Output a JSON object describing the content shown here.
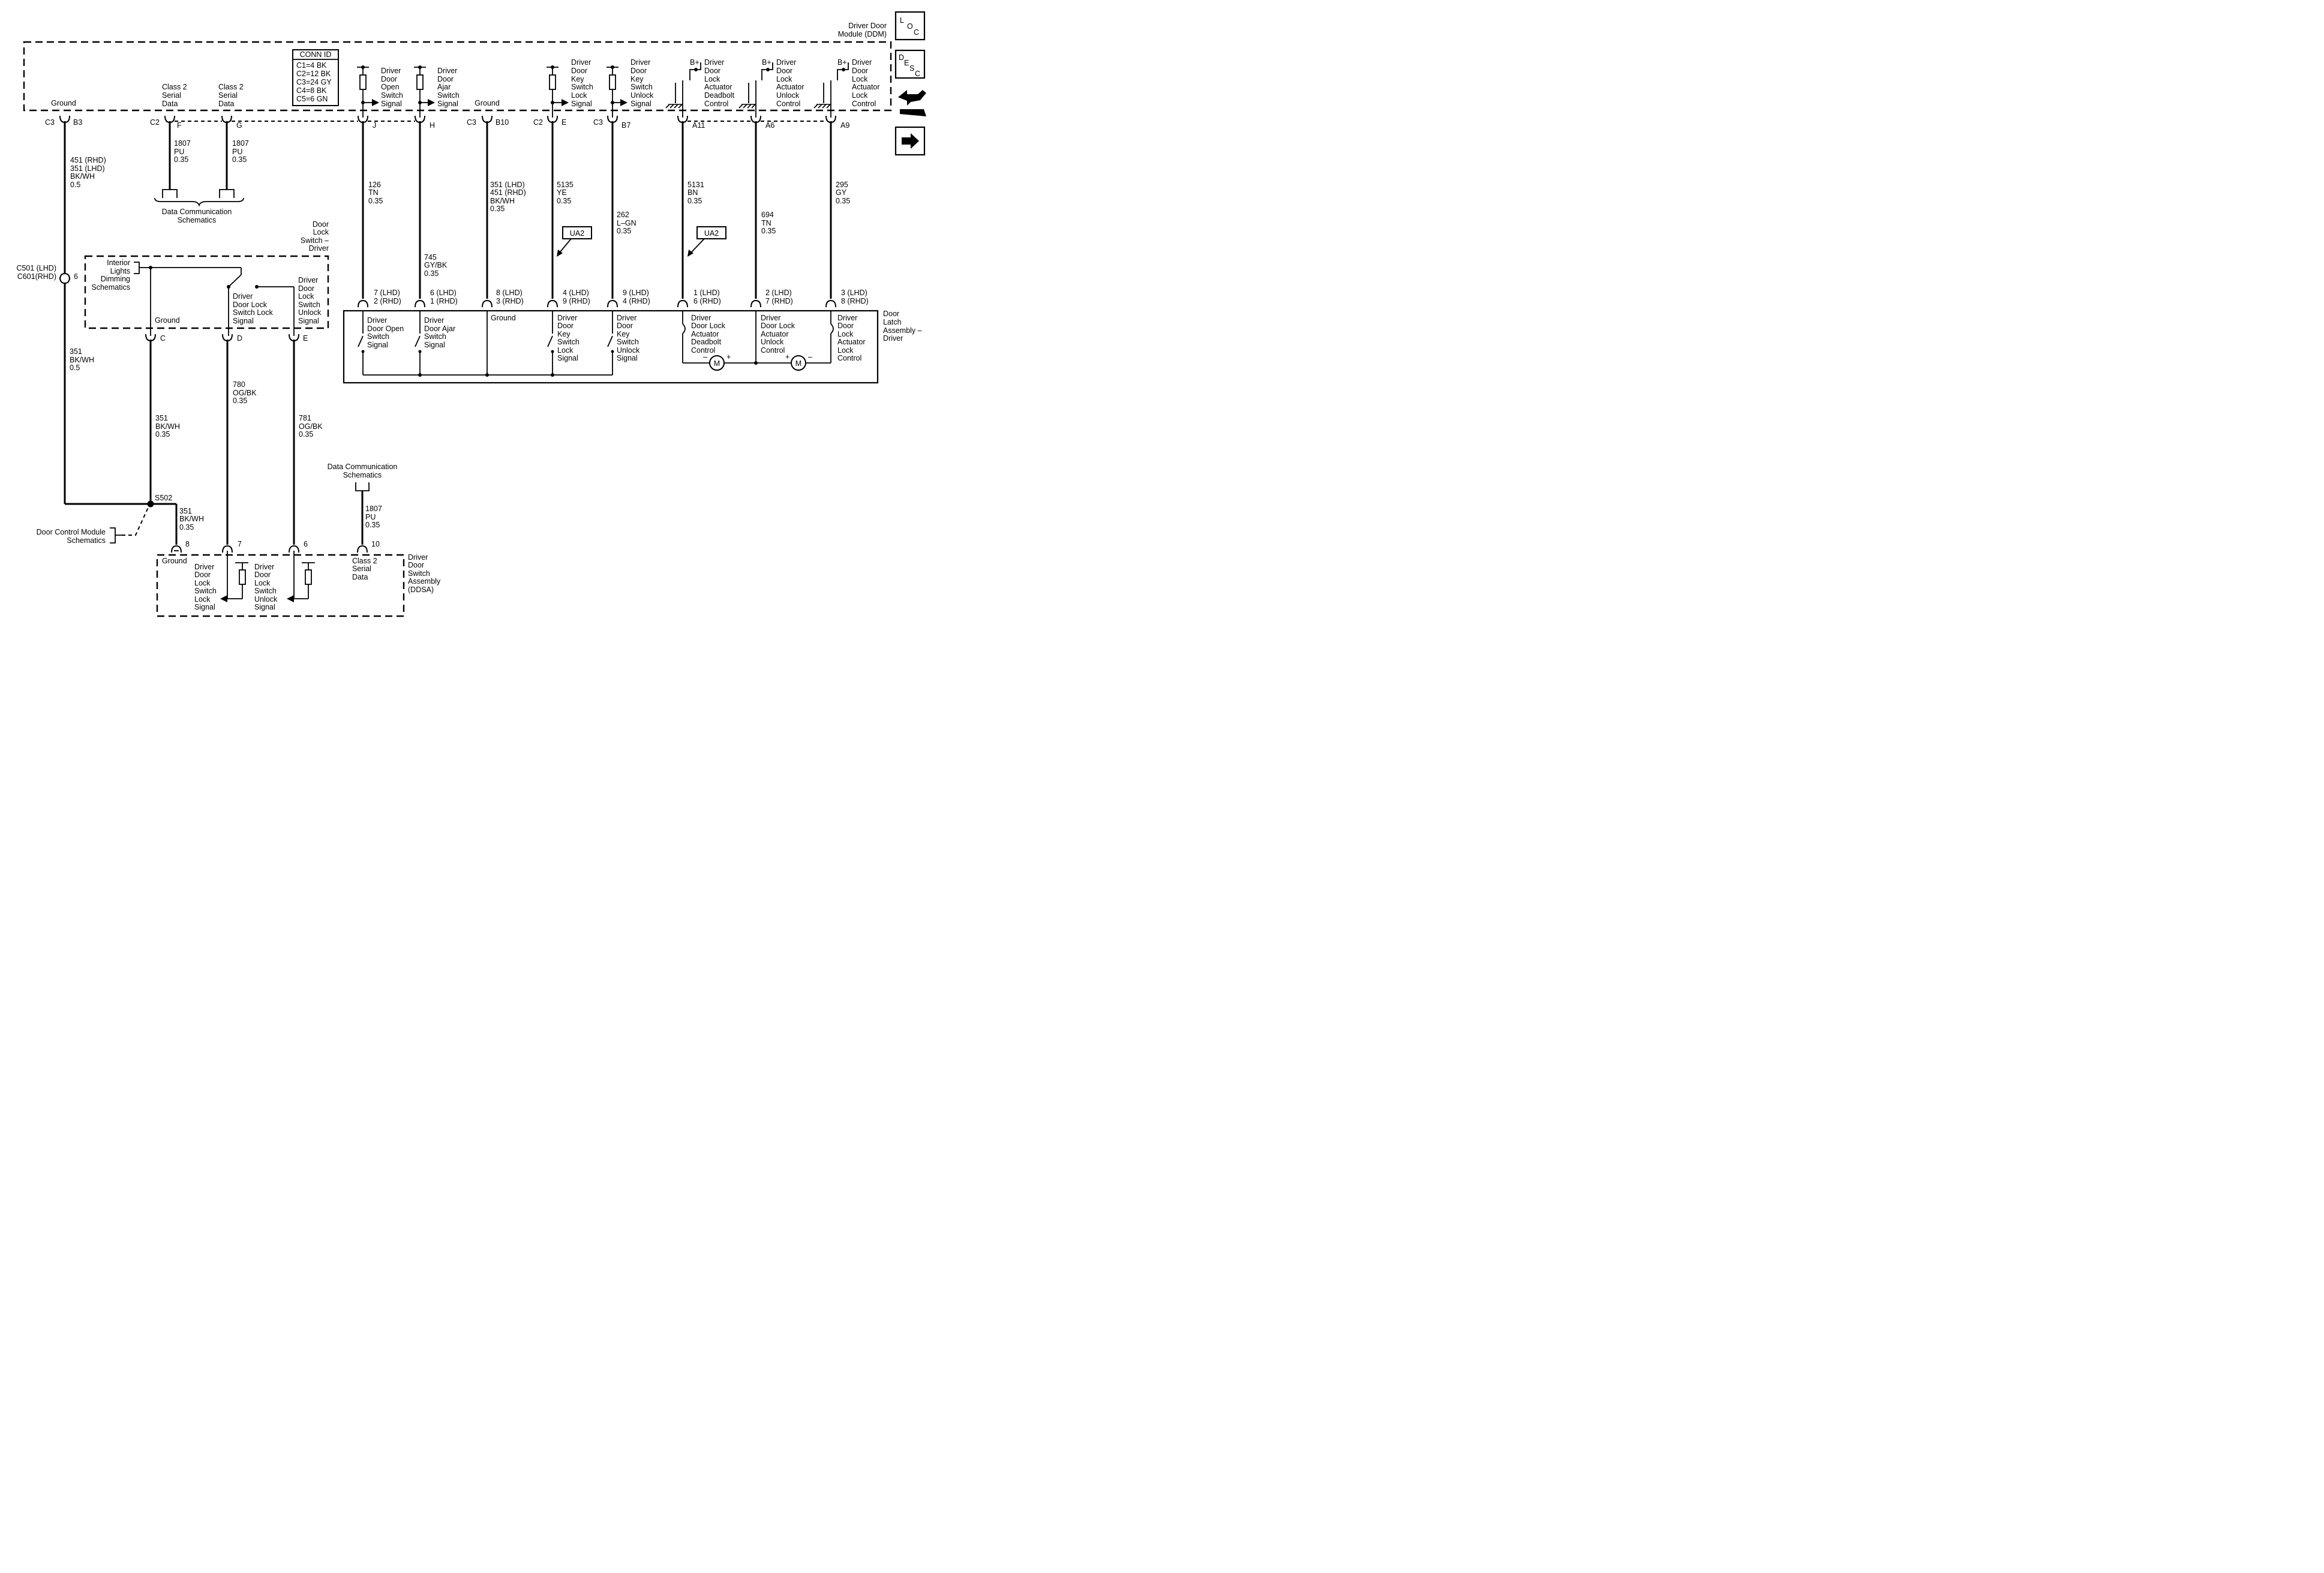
{
  "icons": {
    "loc": [
      "L",
      "O",
      "C"
    ],
    "desc": [
      "D",
      "E",
      "S",
      "C"
    ]
  },
  "ddm": {
    "title": [
      "Driver Door",
      "Module (DDM)"
    ]
  },
  "conn": {
    "title": "CONN ID",
    "rows": [
      "C1=4 BK",
      "C2=12 BK",
      "C3=24 GY",
      "C4=8 BK",
      "C5=6 GN"
    ]
  },
  "top": {
    "ground": "Ground",
    "class2a": [
      "Class 2",
      "Serial",
      "Data"
    ],
    "class2b": [
      "Class 2",
      "Serial",
      "Data"
    ],
    "open": [
      "Driver",
      "Door",
      "Open",
      "Switch",
      "Signal"
    ],
    "ajar": [
      "Driver",
      "Door",
      "Ajar",
      "Switch",
      "Signal"
    ],
    "ground2": "Ground",
    "klock": [
      "Driver",
      "Door",
      "Key",
      "Switch",
      "Lock",
      "Signal"
    ],
    "kunlock": [
      "Driver",
      "Door",
      "Key",
      "Switch",
      "Unlock",
      "Signal"
    ],
    "bplus": "B+",
    "dead": [
      "Driver",
      "Door",
      "Lock",
      "Actuator",
      "Deadbolt",
      "Control"
    ],
    "unlk": [
      "Driver",
      "Door",
      "Lock",
      "Actuator",
      "Unlock",
      "Control"
    ],
    "lk": [
      "Driver",
      "Door",
      "Lock",
      "Actuator",
      "Lock",
      "Control"
    ]
  },
  "pins": {
    "c3": "C3",
    "b3": "B3",
    "c2": "C2",
    "f": "F",
    "g": "G",
    "j": "J",
    "h": "H",
    "c3b": "C3",
    "b10": "B10",
    "c2b": "C2",
    "e": "E",
    "c3c": "C3",
    "b7": "B7",
    "a11": "A11",
    "a6": "A6",
    "a9": "A9"
  },
  "wires": {
    "w451": [
      "451 (RHD)",
      "351 (LHD)",
      "BK/WH",
      "0.5"
    ],
    "w1807a": [
      "1807",
      "PU",
      "0.35"
    ],
    "w1807b": [
      "1807",
      "PU",
      "0.35"
    ],
    "w126": [
      "126",
      "TN",
      "0.35"
    ],
    "w745": [
      "745",
      "GY/BK",
      "0.35"
    ],
    "w351b": [
      "351 (LHD)",
      "451 (RHD)",
      "BK/WH",
      "0.35"
    ],
    "w5135": [
      "5135",
      "YE",
      "0.35"
    ],
    "w262": [
      "262",
      "L–GN",
      "0.35"
    ],
    "w5131": [
      "5131",
      "BN",
      "0.35"
    ],
    "w694": [
      "694",
      "TN",
      "0.35"
    ],
    "w295": [
      "295",
      "GY",
      "0.35"
    ],
    "w351c": [
      "351",
      "BK/WH",
      "0.5"
    ],
    "w351d": [
      "351",
      "BK/WH",
      "0.35"
    ],
    "w780": [
      "780",
      "OG/BK",
      "0.35"
    ],
    "w781": [
      "781",
      "OG/BK",
      "0.35"
    ],
    "w351e": [
      "351",
      "BK/WH",
      "0.35"
    ],
    "w1807c": [
      "1807",
      "PU",
      "0.35"
    ]
  },
  "datacomm1": [
    "Data Communication",
    "Schematics"
  ],
  "datacomm2": [
    "Data Communication",
    "Schematics"
  ],
  "ua2": "UA2",
  "c501": [
    "C501 (LHD)",
    "C601(RHD)"
  ],
  "c501pin": "6",
  "dls": {
    "title": [
      "Door",
      "Lock",
      "Switch –",
      "Driver"
    ],
    "interior": [
      "Interior",
      "Lights",
      "Dimming",
      "Schematics"
    ],
    "ground": "Ground",
    "lock": [
      "Driver",
      "Door Lock",
      "Switch Lock",
      "Signal"
    ],
    "unlock": [
      "Driver",
      "Door",
      "Lock",
      "Switch",
      "Unlock",
      "Signal"
    ],
    "pin_c": "C",
    "pin_d": "D",
    "pin_e": "E"
  },
  "latch": {
    "pins": [
      [
        "7 (LHD)",
        "2 (RHD)"
      ],
      [
        "6 (LHD)",
        "1 (RHD)"
      ],
      [
        "8 (LHD)",
        "3 (RHD)"
      ],
      [
        "4 (LHD)",
        "9 (RHD)"
      ],
      [
        "9 (LHD)",
        "4 (RHD)"
      ],
      [
        "1 (LHD)",
        "6 (RHD)"
      ],
      [
        "2 (LHD)",
        "7 (RHD)"
      ],
      [
        "3 (LHD)",
        "8 (RHD)"
      ]
    ],
    "title": [
      "Door",
      "Latch",
      "Assembly –",
      "Driver"
    ],
    "open": [
      "Driver",
      "Door Open",
      "Switch",
      "Signal"
    ],
    "ajar": [
      "Driver",
      "Door Ajar",
      "Switch",
      "Signal"
    ],
    "ground": "Ground",
    "klock": [
      "Driver",
      "Door",
      "Key",
      "Switch",
      "Lock",
      "Signal"
    ],
    "kunlock": [
      "Driver",
      "Door",
      "Key",
      "Switch",
      "Unlock",
      "Signal"
    ],
    "dead": [
      "Driver",
      "Door Lock",
      "Actuator",
      "Deadbolt",
      "Control"
    ],
    "unlk": [
      "Driver",
      "Door Lock",
      "Actuator",
      "Unlock",
      "Control"
    ],
    "lk": [
      "Driver",
      "Door",
      "Lock",
      "Actuator",
      "Lock",
      "Control"
    ],
    "motor": "M",
    "minus": "–",
    "plus": "+"
  },
  "s502": "S502",
  "dcm": [
    "Door Control Module",
    "Schematics"
  ],
  "ddsa": {
    "title": [
      "Driver",
      "Door",
      "Switch",
      "Assembly",
      "(DDSA)"
    ],
    "pins": [
      "8",
      "7",
      "6",
      "10"
    ],
    "ground": "Ground",
    "lock": [
      "Driver",
      "Door",
      "Lock",
      "Switch",
      "Lock",
      "Signal"
    ],
    "unlock": [
      "Driver",
      "Door",
      "Lock",
      "Switch",
      "Unlock",
      "Signal"
    ],
    "class2": [
      "Class 2",
      "Serial",
      "Data"
    ]
  }
}
